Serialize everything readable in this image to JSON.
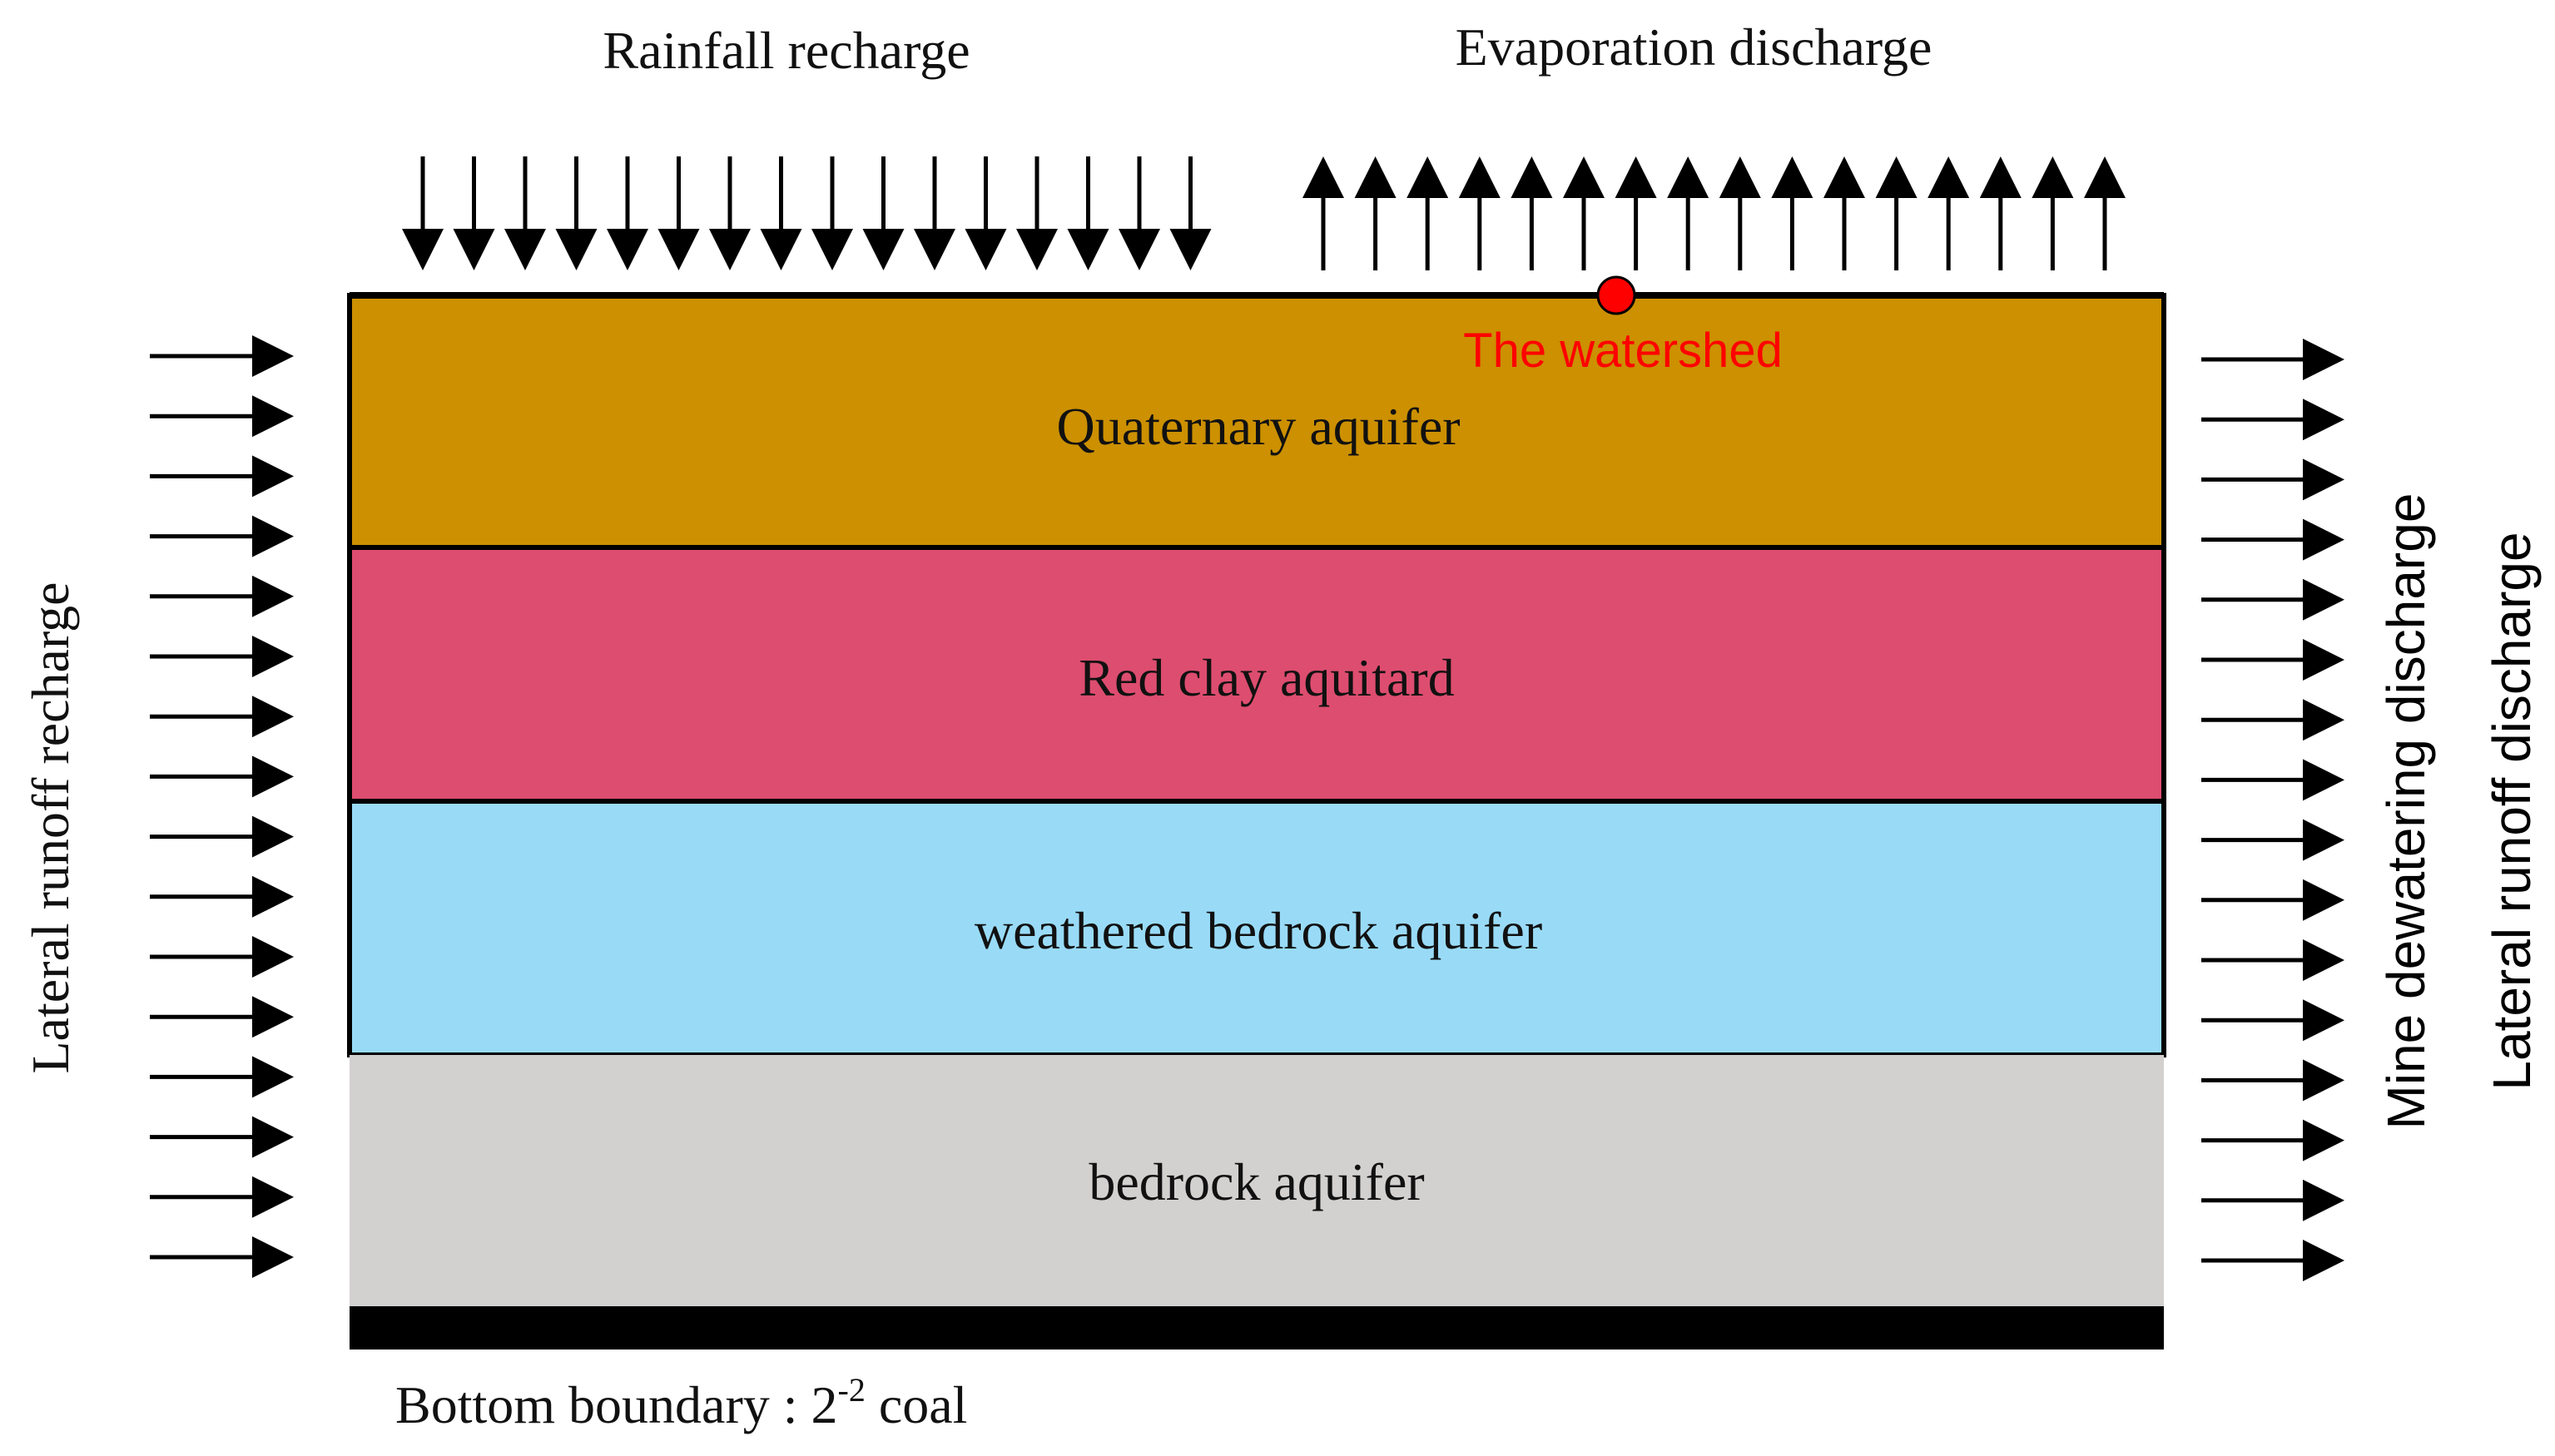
{
  "top": {
    "rainfall_label": "Rainfall recharge",
    "evaporation_label": "Evaporation discharge"
  },
  "sides": {
    "left_label": "Lateral runoff recharge",
    "right_label_inner": "Mine dewatering discharge",
    "right_label_outer": "Lateral runoff discharge"
  },
  "watershed": {
    "label": "The watershed",
    "color": "#ff0000"
  },
  "layers": [
    {
      "name": "Quaternary aquifer",
      "color": "#cc9000"
    },
    {
      "name": "Red clay aquitard",
      "color": "#dd4d6f"
    },
    {
      "name": "weathered bedrock aquifer",
      "color": "#99dbf7"
    },
    {
      "name": "bedrock aquifer",
      "color": "#d3d0d0"
    }
  ],
  "bottom": {
    "label_prefix": "Bottom boundary : 2",
    "label_superscript": "-2",
    "label_suffix": " coal",
    "bar_color": "#000000"
  },
  "arrow_color": "#000000"
}
